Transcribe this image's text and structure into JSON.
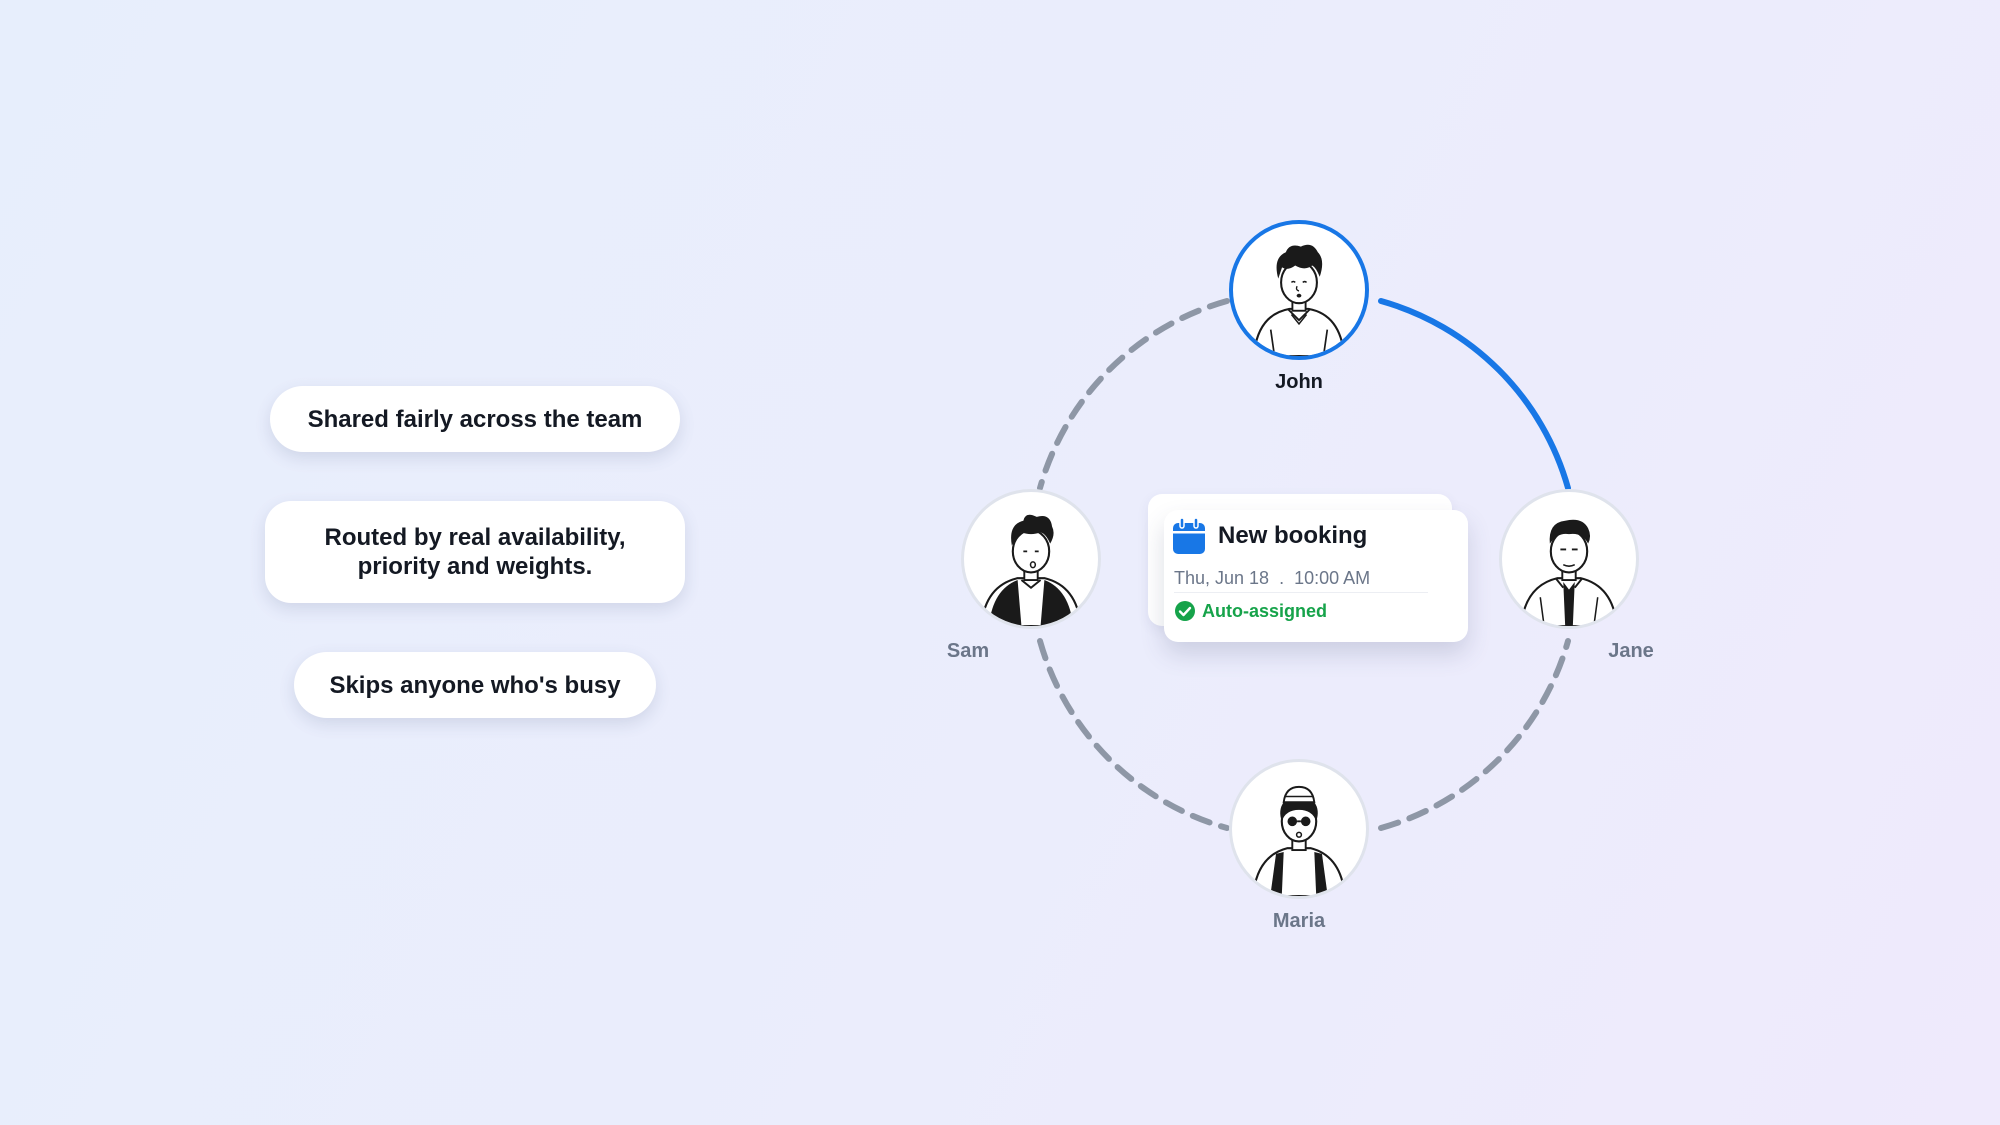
{
  "features": [
    {
      "line1": "Shared fairly across the team",
      "line2": ""
    },
    {
      "line1": "Routed by real availability,",
      "line2": "priority and weights."
    },
    {
      "line1": "Skips anyone who's busy",
      "line2": ""
    }
  ],
  "team": {
    "john": {
      "name": "John"
    },
    "sam": {
      "name": "Sam"
    },
    "jane": {
      "name": "Jane"
    },
    "maria": {
      "name": "Maria"
    }
  },
  "booking": {
    "title": "New booking",
    "date": "Thu, Jun 18  .  10:00 AM",
    "status": "Auto-assigned",
    "icon": "calendar-icon",
    "status_icon": "check-circle-icon"
  },
  "colors": {
    "accent": "#1877e6",
    "dashed": "#8e97a6",
    "success": "#16a34a"
  }
}
